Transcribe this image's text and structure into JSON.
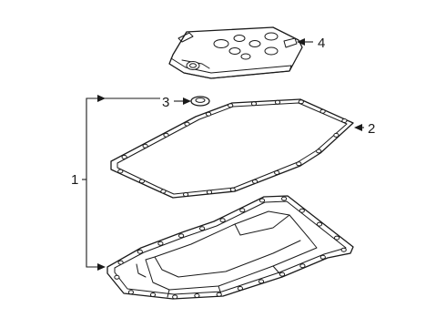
{
  "callouts": {
    "one": "1",
    "two": "2",
    "three": "3",
    "four": "4"
  }
}
